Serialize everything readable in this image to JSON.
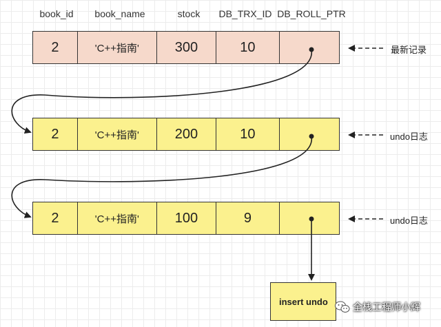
{
  "headers": [
    "book_id",
    "book_name",
    "stock",
    "DB_TRX_ID",
    "DB_ROLL_PTR"
  ],
  "rows": [
    {
      "book_id": "2",
      "book_name": "'C++指南'",
      "stock": "300",
      "db_trx_id": "10",
      "label": "最新记录"
    },
    {
      "book_id": "2",
      "book_name": "'C++指南'",
      "stock": "200",
      "db_trx_id": "10",
      "label": "undo日志"
    },
    {
      "book_id": "2",
      "book_name": "'C++指南'",
      "stock": "100",
      "db_trx_id": "9",
      "label": "undo日志"
    }
  ],
  "insert_box": {
    "text": "insert undo"
  },
  "watermark": {
    "text": "全栈工程师小辉",
    "icon": "wechat-icon"
  },
  "colors": {
    "latest_row": "#f6d9cb",
    "undo_row": "#fbf18e",
    "border": "#333333"
  }
}
